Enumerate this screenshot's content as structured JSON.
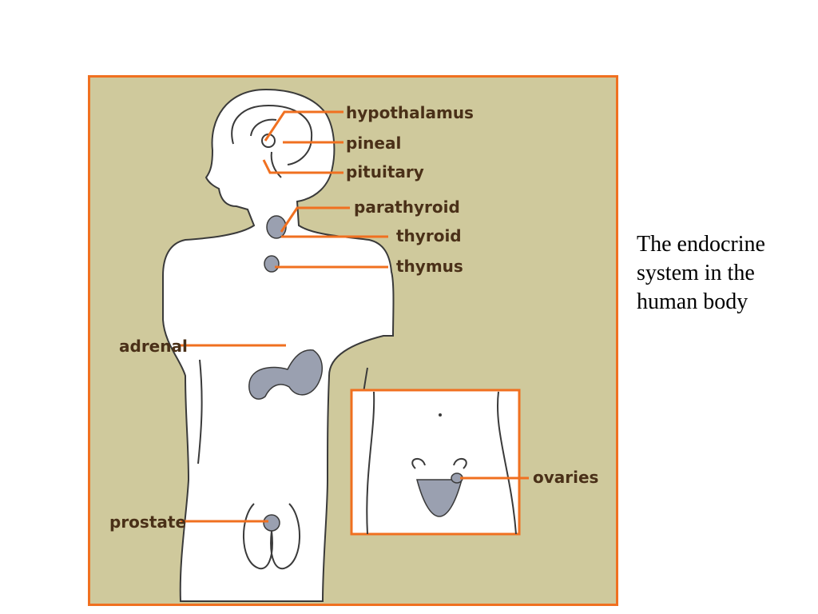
{
  "caption": "The endocrine system in the human body",
  "labels": {
    "hypothalamus": "hypothalamus",
    "pineal": "pineal",
    "pituitary": "pituitary",
    "parathyroid": "parathyroid",
    "thyroid": "thyroid",
    "thymus": "thymus",
    "adrenal": "adrenal",
    "ovaries": "ovaries",
    "prostate": "prostate"
  },
  "colors": {
    "background": "#cfc99c",
    "frame": "#f07020",
    "leader_line": "#f07020",
    "body": "#ffffff",
    "outline": "#3a3a3a",
    "organ": "#9aa0b0",
    "label_text": "#4a3018"
  }
}
